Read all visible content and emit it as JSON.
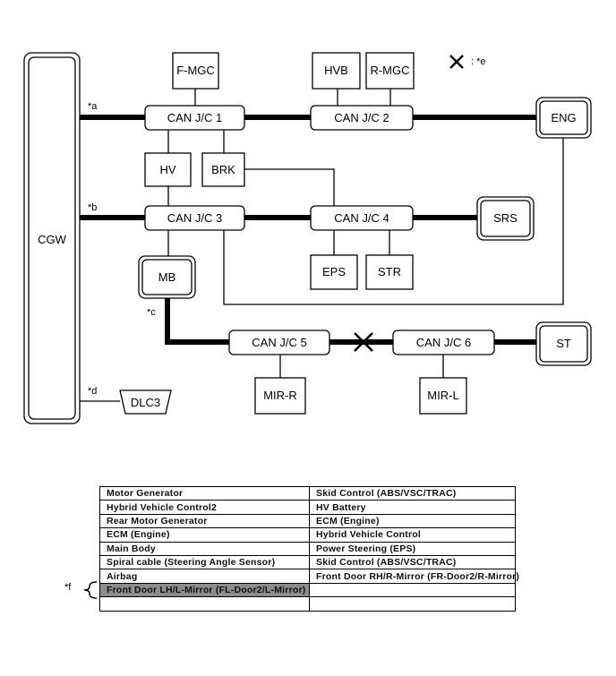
{
  "nodes": {
    "cgw": "CGW",
    "fmgc": "F-MGC",
    "hvb": "HVB",
    "rmgc": "R-MGC",
    "eng": "ENG",
    "jc1": "CAN J/C 1",
    "jc2": "CAN J/C 2",
    "jc3": "CAN J/C 3",
    "jc4": "CAN J/C 4",
    "jc5": "CAN J/C 5",
    "jc6": "CAN J/C 6",
    "hv": "HV",
    "brk": "BRK",
    "srs": "SRS",
    "eps": "EPS",
    "str": "STR",
    "mb": "MB",
    "st": "ST",
    "mirr": "MIR-R",
    "mirl": "MIR-L",
    "dlc3": "DLC3"
  },
  "notes": {
    "a": "*a",
    "b": "*b",
    "c": "*c",
    "d": "*d",
    "e": ": *e",
    "f": "*f"
  },
  "legend": [
    [
      "Motor Generator",
      "Skid Control (ABS/VSC/TRAC)"
    ],
    [
      "Hybrid Vehicle Control2",
      "HV Battery"
    ],
    [
      "Rear Motor Generator",
      "ECM (Engine)"
    ],
    [
      "ECM (Engine)",
      "Hybrid Vehicle Control"
    ],
    [
      "Main Body",
      "Power Steering (EPS)"
    ],
    [
      "Spiral cable (Steering Angle Sensor)",
      "Skid Control (ABS/VSC/TRAC)"
    ],
    [
      "Airbag",
      "Front Door RH/R-Mirror (FR-Door2/R-Mirror)"
    ],
    [
      "Front Door LH/L-Mirror (FL-Door2/L-Mirror)",
      ""
    ],
    [
      "",
      ""
    ]
  ]
}
